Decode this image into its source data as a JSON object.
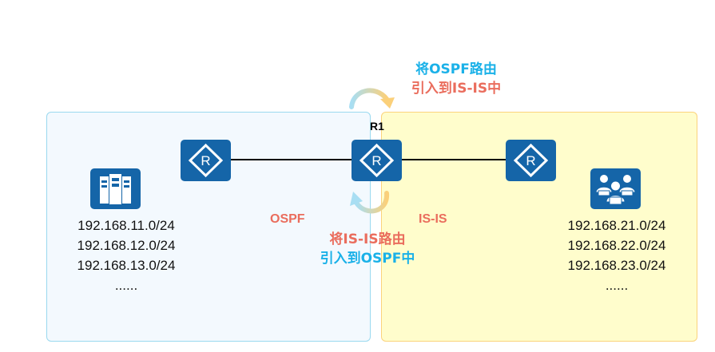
{
  "areas": {
    "left": {
      "protocol": "OSPF",
      "fill": "#f3f9fe",
      "border": "#9ad9ef"
    },
    "right": {
      "protocol": "IS-IS",
      "fill": "#fffdcc",
      "border": "#fbd37c"
    }
  },
  "routers": {
    "center_label": "R1",
    "glyph": "R",
    "color": "#1565a8"
  },
  "notes": {
    "top": {
      "line1": "将OSPF路由",
      "line2": "引入到IS-IS中"
    },
    "bottom": {
      "line1": "将IS-IS路由",
      "line2": "引入到OSPF中"
    }
  },
  "left_networks": {
    "icon": "server-icon",
    "items": [
      "192.168.11.0/24",
      "192.168.12.0/24",
      "192.168.13.0/24",
      "......"
    ]
  },
  "right_networks": {
    "icon": "users-icon",
    "items": [
      "192.168.21.0/24",
      "192.168.22.0/24",
      "192.168.23.0/24",
      "......"
    ]
  },
  "colors": {
    "blue_text": "#1ab1e8",
    "red_text": "#ea6d5d"
  }
}
